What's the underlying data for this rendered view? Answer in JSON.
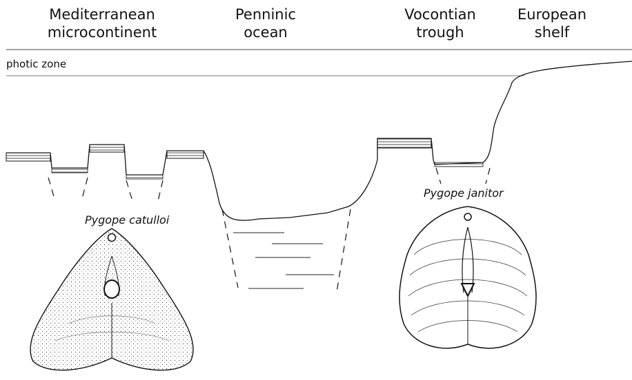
{
  "regions": {
    "mediterranean": {
      "line1": "Mediterranean",
      "line2": "microcontinent"
    },
    "penninic": {
      "line1": "Penninic",
      "line2": "ocean"
    },
    "vocontian": {
      "line1": "Vocontian",
      "line2": "trough"
    },
    "european": {
      "line1": "European",
      "line2": "shelf"
    }
  },
  "zone_label": "photic zone",
  "species": {
    "left": "Pygope catulloi",
    "right": "Pygope janitor"
  }
}
